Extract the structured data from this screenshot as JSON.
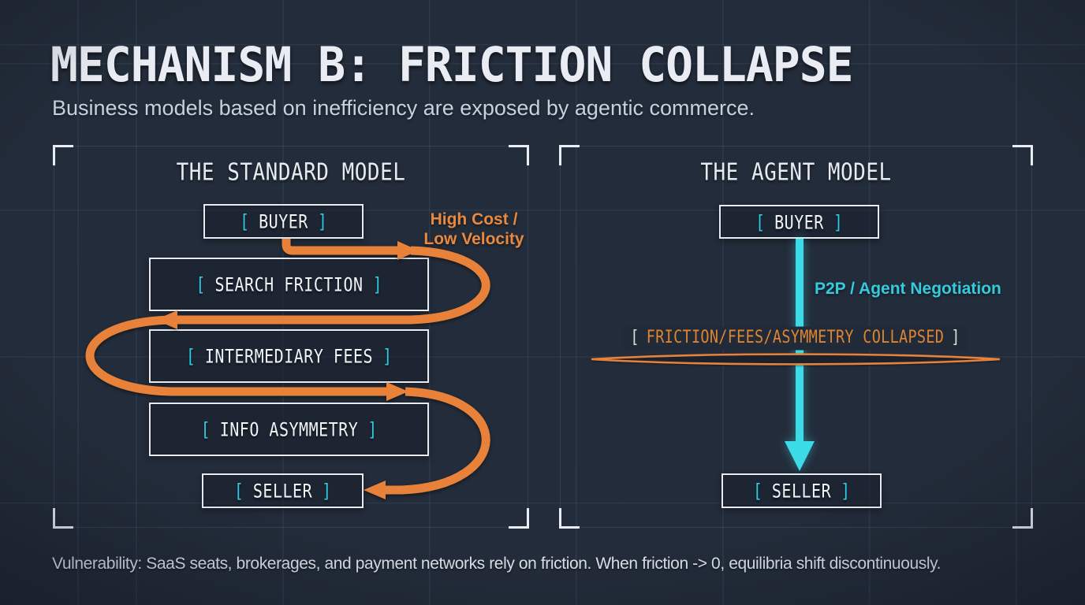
{
  "title": "MECHANISM B: FRICTION COLLAPSE",
  "subtitle": "Business models based on inefficiency are exposed by agentic commerce.",
  "footer": "Vulnerability: SaaS seats, brokerages, and payment networks rely on friction. When friction -> 0, equilibria shift discontinuously.",
  "colors": {
    "background": "#232C3A",
    "accent_orange": "#E8823A",
    "accent_cyan": "#3BDCE8",
    "cyan_label": "#35CBDF",
    "box_border": "#E8ECF2",
    "bracket_cyan": "#2FC9E2",
    "text_primary": "#E9EDF3",
    "text_secondary": "#C7D1DE"
  },
  "standard_model": {
    "title": "THE STANDARD MODEL",
    "nodes": {
      "buyer": {
        "open": "[",
        "label": "BUYER",
        "close": "]"
      },
      "search": {
        "open": "[",
        "label": "SEARCH FRICTION",
        "close": "]"
      },
      "fees": {
        "open": "[",
        "label": "INTERMEDIARY FEES",
        "close": "]"
      },
      "asymmetry": {
        "open": "[",
        "label": "INFO ASYMMETRY",
        "close": "]"
      },
      "seller": {
        "open": "[",
        "label": "SELLER",
        "close": "]"
      }
    },
    "flow_label": {
      "line1": "High Cost /",
      "line2": "Low Velocity"
    }
  },
  "agent_model": {
    "title": "THE AGENT MODEL",
    "nodes": {
      "buyer": {
        "open": "[",
        "label": "BUYER",
        "close": "]"
      },
      "seller": {
        "open": "[",
        "label": "SELLER",
        "close": "]"
      }
    },
    "flow_label": "P2P / Agent Negotiation",
    "collapsed": {
      "open": "[",
      "label": "FRICTION/FEES/ASYMMETRY COLLAPSED",
      "close": "]"
    }
  }
}
